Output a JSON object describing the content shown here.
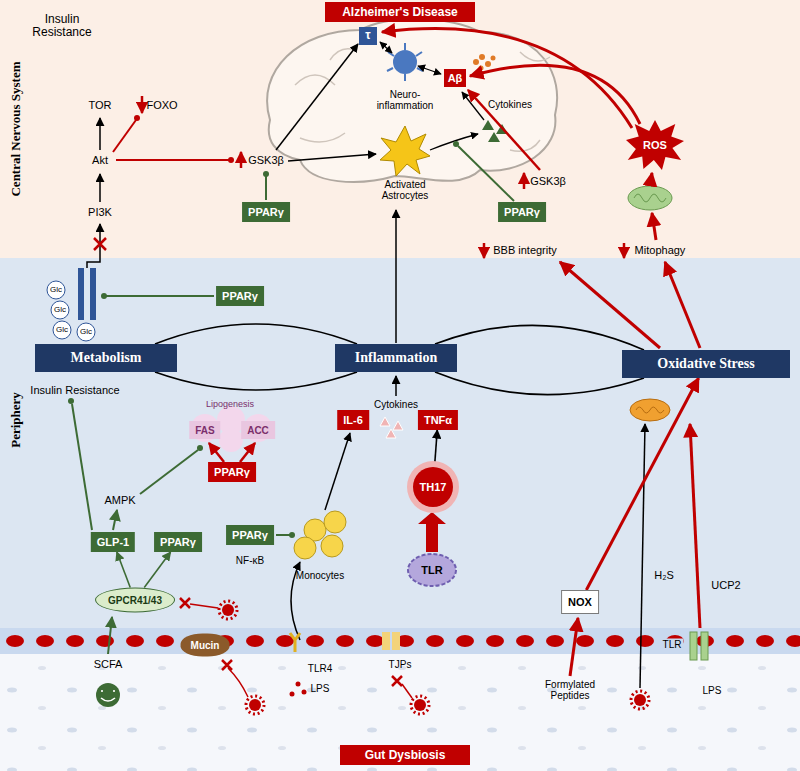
{
  "diagram": {
    "nodes": [
      {
        "text": [
          "Central Nervous System"
        ]
      },
      {
        "text": [
          "Periphery"
        ]
      },
      {
        "text": [
          "Alzheimer's Disease"
        ],
        "in": 0
      },
      {
        "text": [
          "PPARγ"
        ],
        "in": 0
      },
      {
        "text": [
          "PPARγ"
        ],
        "in": 0
      },
      {
        "text": [
          "ROS"
        ],
        "in": 0
      },
      {
        "text": [
          "Metabolism"
        ],
        "in": 1
      },
      {
        "text": [
          "Inflammation"
        ],
        "in": 1
      },
      {
        "text": [
          "Oxidative Stress"
        ],
        "in": 1
      },
      {
        "text": [
          "PPARγ"
        ],
        "in": 1
      },
      {
        "text": [
          "FAS"
        ],
        "in": 1
      },
      {
        "text": [
          "ACC"
        ],
        "in": 1
      },
      {
        "text": [
          "PPARγ"
        ],
        "in": 1
      },
      {
        "text": [
          "GLP-1"
        ],
        "in": 1
      },
      {
        "text": [
          "PPARγ"
        ],
        "in": 1
      },
      {
        "text": [
          "GPCR41/43"
        ],
        "in": 1
      },
      {
        "text": [
          "PPARγ"
        ],
        "in": 1
      },
      {
        "text": [
          "IL-6"
        ],
        "in": 1
      },
      {
        "text": [
          "TNFα"
        ],
        "in": 1
      },
      {
        "text": [
          "TH17"
        ],
        "in": 1
      },
      {
        "text": [
          "NOX"
        ],
        "in": 1
      },
      {
        "text": [
          "Mucin"
        ],
        "in": 1
      },
      {
        "text": [
          "Gut Dysbiosis"
        ],
        "in": 1
      }
    ],
    "edges": [
      {
        "from": 6,
        "to": 7,
        "arrow": "none"
      },
      {
        "from": 6,
        "to": 7,
        "arrow": "none"
      },
      {
        "from": 7,
        "to": 8,
        "arrow": "none"
      },
      {
        "from": 7,
        "to": 8,
        "arrow": "none"
      },
      {
        "from": 15,
        "to": 13,
        "arrow": "to"
      },
      {
        "from": 15,
        "to": 14,
        "arrow": "to"
      },
      {
        "from": 19,
        "to": 18,
        "arrow": "to"
      },
      {
        "from": 20,
        "to": 8,
        "arrow": "to"
      }
    ],
    "labels": [
      "Insulin Resistance",
      "TOR",
      "FOXO",
      "Akt",
      "GSK3β",
      "PI3K",
      "τ",
      "Aβ",
      "Neuro-inflammation",
      "Cytokines",
      "Activated Astrocytes",
      "GSK3β",
      "BBB integrity",
      "Mitophagy",
      "Glc",
      "Glc",
      "Glc",
      "Glc",
      "Insulin Resistance",
      "Lipogenesis",
      "AMPK",
      "SCFA",
      "Cytokines",
      "NF-κB",
      "Monocytes",
      "TLR",
      "TLR4",
      "LPS",
      "TJPs",
      "H₂S",
      "UCP2",
      "TLR",
      "LPS",
      "Formylated Peptides"
    ]
  }
}
